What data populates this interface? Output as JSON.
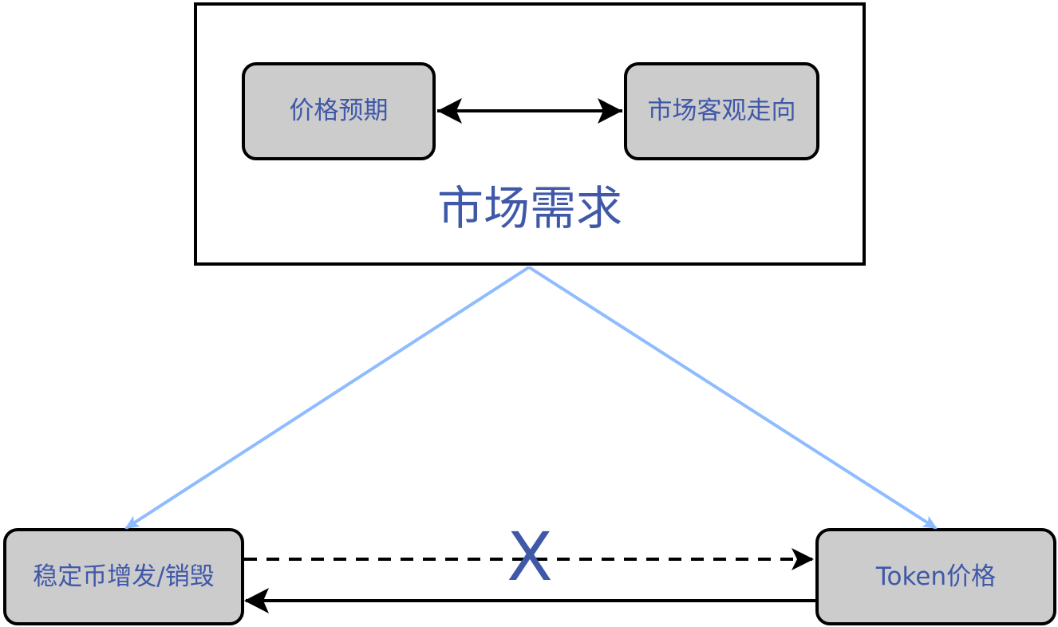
{
  "diagram": {
    "top_box_title": "市场需求",
    "nodes": {
      "price_expectation": "价格预期",
      "market_trend": "市场客观走向",
      "stablecoin_supply": "稳定币增发/销毁",
      "token_price": "Token价格"
    },
    "cross_mark": "X"
  },
  "colors": {
    "text_blue": "#3f58a8",
    "node_fill": "#cccccc",
    "line_blue": "#8fbcff",
    "black": "#000000"
  }
}
